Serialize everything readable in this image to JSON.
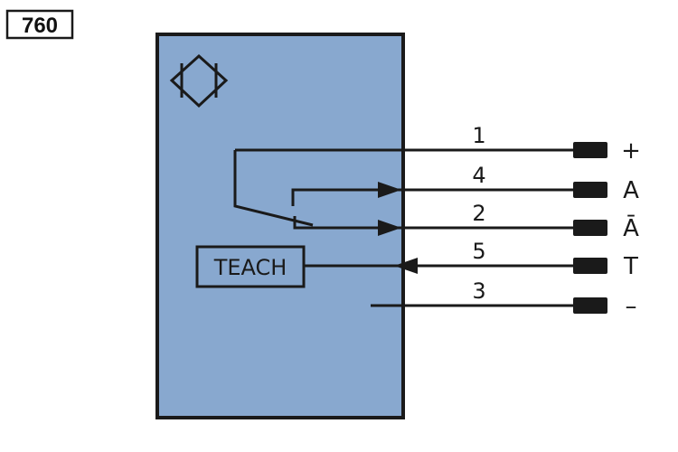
{
  "diagram_code": "760",
  "teach_label": "TEACH",
  "wires": [
    {
      "pin": "1",
      "signal": "+"
    },
    {
      "pin": "4",
      "signal": "A"
    },
    {
      "pin": "2",
      "signal": "Ā"
    },
    {
      "pin": "5",
      "signal": "T"
    },
    {
      "pin": "3",
      "signal": "–"
    }
  ],
  "colors": {
    "body_fill": "#88a8cf",
    "stroke": "#1a1a1a",
    "code_box": "#ffffff"
  },
  "icons": {
    "sensor_symbol": "diamond-sensor-icon"
  }
}
